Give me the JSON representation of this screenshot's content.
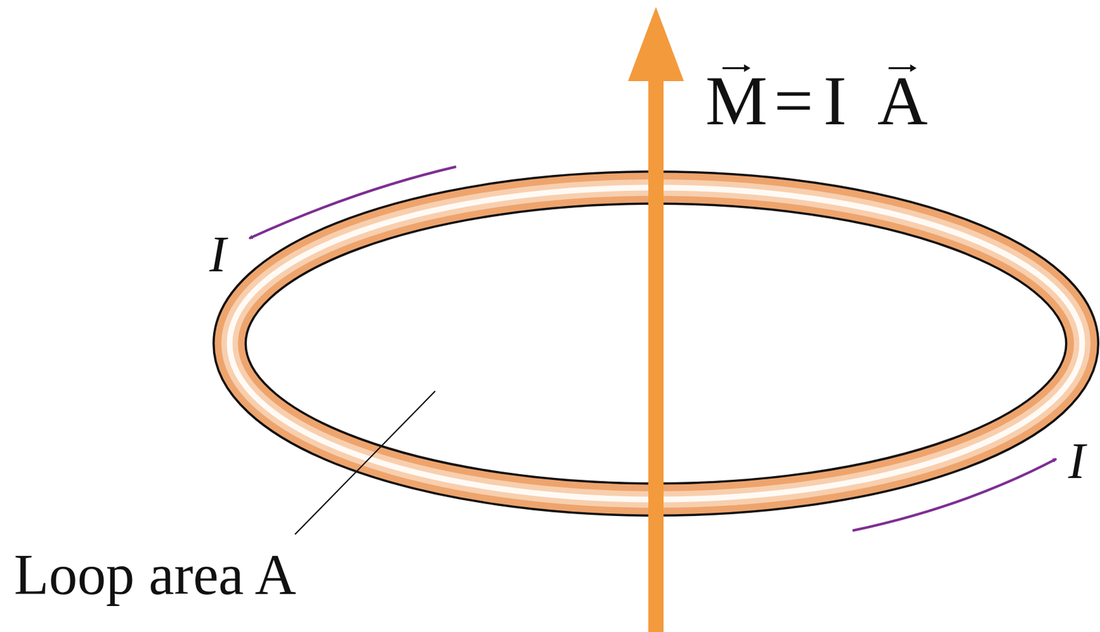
{
  "diagram": {
    "labels": [
      "M",
      "=",
      "I",
      "A",
      "I",
      "I",
      "Loop area A"
    ]
  }
}
